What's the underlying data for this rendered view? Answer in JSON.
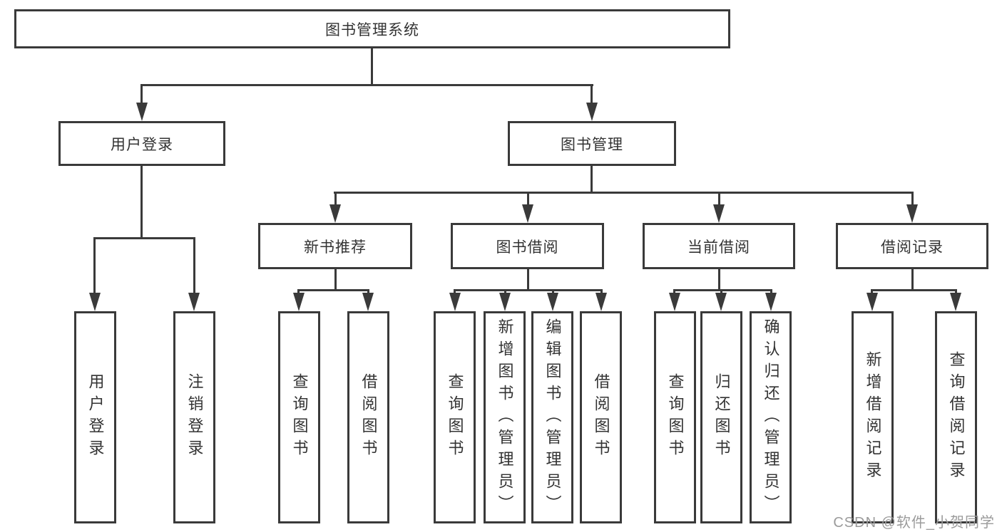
{
  "tree": {
    "root": "图书管理系统",
    "children": [
      {
        "label": "用户登录",
        "children": [
          {
            "label": "用户登录"
          },
          {
            "label": "注销登录"
          }
        ]
      },
      {
        "label": "图书管理",
        "children": [
          {
            "label": "新书推荐",
            "children": [
              {
                "label": "查询图书"
              },
              {
                "label": "借阅图书"
              }
            ]
          },
          {
            "label": "图书借阅",
            "children": [
              {
                "label": "查询图书"
              },
              {
                "label": "新增图书（管理员）"
              },
              {
                "label": "编辑图书（管理员）"
              },
              {
                "label": "借阅图书"
              }
            ]
          },
          {
            "label": "当前借阅",
            "children": [
              {
                "label": "查询图书"
              },
              {
                "label": "归还图书"
              },
              {
                "label": "确认归还（管理员）"
              }
            ]
          },
          {
            "label": "借阅记录",
            "children": [
              {
                "label": "新增借阅记录"
              },
              {
                "label": "查询借阅记录"
              }
            ]
          }
        ]
      }
    ]
  },
  "watermark": "CSDN @软件_小贺同学",
  "colors": {
    "line": "#3a3a3a",
    "text": "#333333",
    "watermark": "#9b9b9b",
    "background": "#ffffff"
  }
}
